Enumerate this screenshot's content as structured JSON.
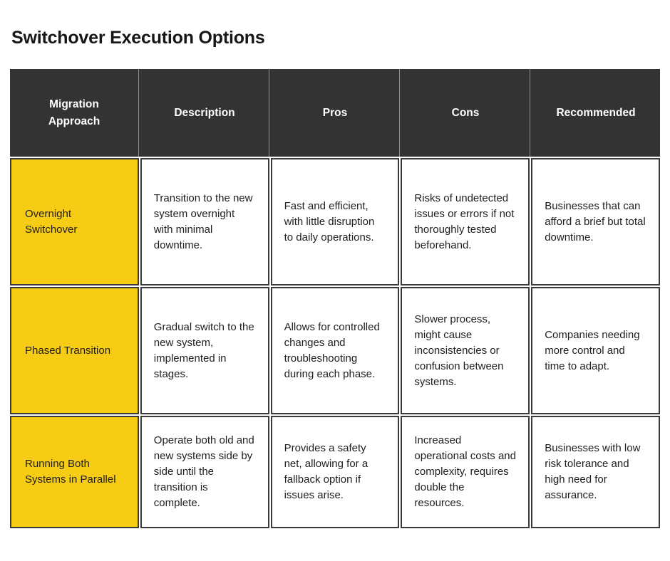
{
  "page": {
    "title": "Switchover Execution Options"
  },
  "colors": {
    "header_bg": "#333333",
    "header_text": "#ffffff",
    "header_separator": "#8f8f8f",
    "approach_cell_bg": "#F7CC15",
    "cell_border": "#3a3a3a",
    "cell_bg": "#ffffff",
    "body_text": "#1e1e1e",
    "title_text": "#161616"
  },
  "table": {
    "columns": [
      "Migration Approach",
      "Description",
      "Pros",
      "Cons",
      "Recommended"
    ],
    "rows": [
      {
        "approach": "Overnight Switchover",
        "description": "Transition to the new system overnight with minimal downtime.",
        "pros": "Fast and efficient, with little disruption to daily operations.",
        "cons": "Risks of undetected issues or errors if not thoroughly tested beforehand.",
        "recommended": "Businesses that can afford a brief but total downtime."
      },
      {
        "approach": "Phased Transition",
        "description": "Gradual switch to the new system, implemented in stages.",
        "pros": "Allows for controlled changes and troubleshooting during each phase.",
        "cons": "Slower process, might cause inconsistencies or confusion between systems.",
        "recommended": "Companies needing more control and time to adapt."
      },
      {
        "approach": "Running Both Systems in Parallel",
        "description": "Operate both old and new systems side by side until the transition is complete.",
        "pros": "Provides a safety net, allowing for a fallback option if issues arise.",
        "cons": "Increased operational costs and complexity, requires double the resources.",
        "recommended": "Businesses with low risk tolerance and high need for assurance."
      }
    ]
  }
}
